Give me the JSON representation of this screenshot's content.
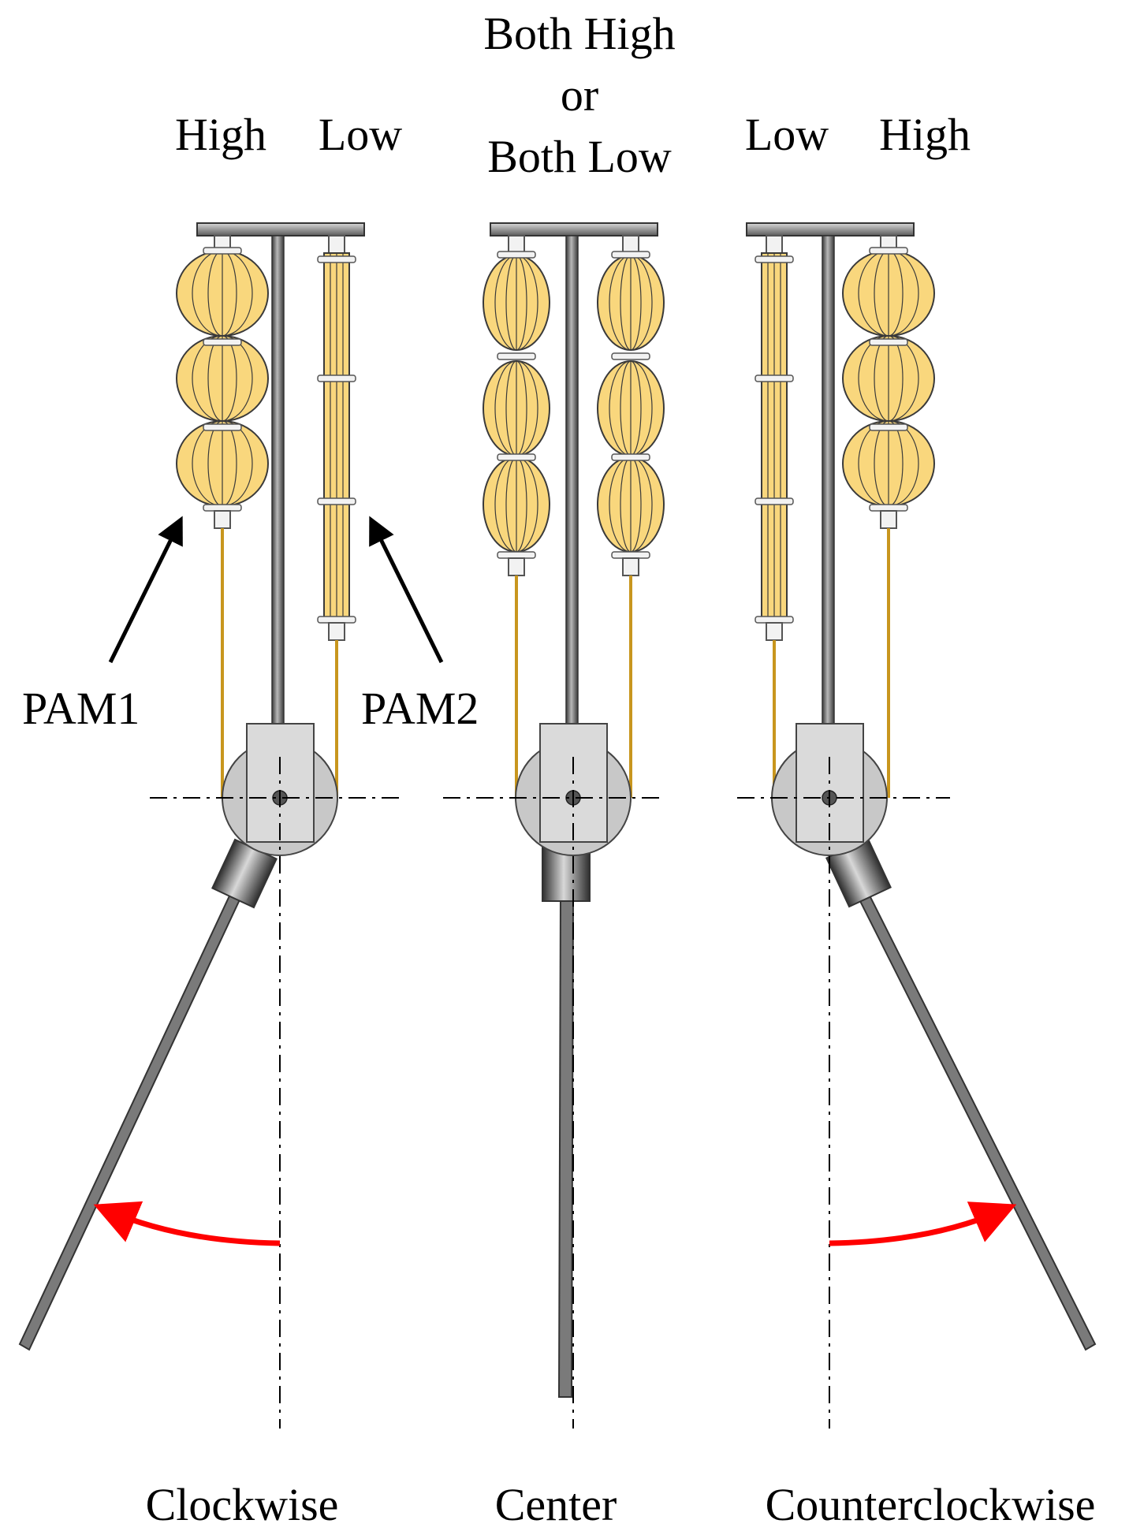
{
  "panels": [
    {
      "header_left": "High",
      "header_right": "Low",
      "caption": "Clockwise",
      "callout_left": "PAM1",
      "callout_right": "PAM2"
    },
    {
      "header_line1": "Both High",
      "header_line2": "or",
      "header_line3": "Both Low",
      "caption": "Center"
    },
    {
      "header_left": "Low",
      "header_right": "High",
      "caption": "Counterclockwise"
    }
  ],
  "colors": {
    "muscle_fill": "#F9D77D",
    "muscle_stroke": "#3A3A3A",
    "tendon": "#C8961E",
    "rod": "#5F5F5F",
    "pulley": "#C8C8C8",
    "bracket": "#DADADA",
    "rotation_arrow": "#FF0000",
    "callout_arrow": "#000000"
  }
}
